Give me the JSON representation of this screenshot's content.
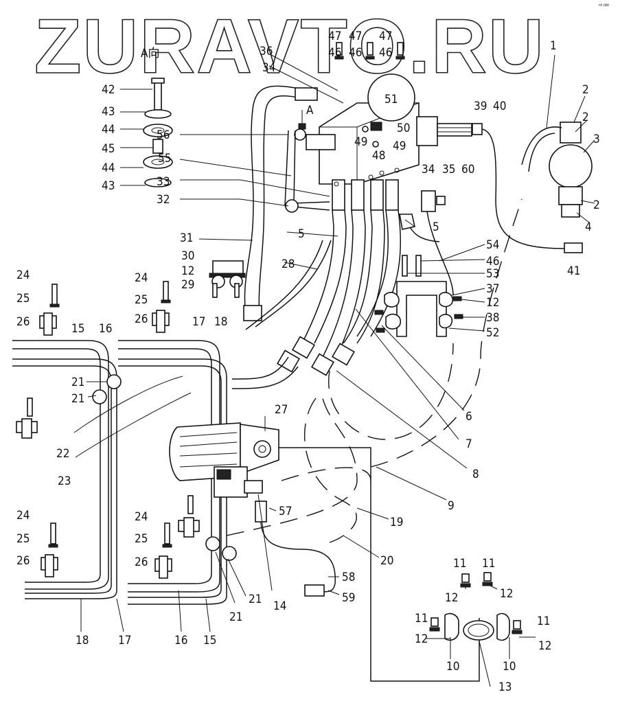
{
  "watermark": "ZURAVTO.RU",
  "view_label": "A向",
  "view_marker": "A",
  "corner_note": "ⁿᵃ ᵖᵖᵖ",
  "callouts": [
    {
      "id": "c1",
      "text": "1"
    },
    {
      "id": "c2a",
      "text": "2"
    },
    {
      "id": "c2b",
      "text": "2"
    },
    {
      "id": "c2c",
      "text": "2"
    },
    {
      "id": "c3",
      "text": "3"
    },
    {
      "id": "c4",
      "text": "4"
    },
    {
      "id": "c5a",
      "text": "5"
    },
    {
      "id": "c5b",
      "text": "5"
    },
    {
      "id": "c6",
      "text": "6"
    },
    {
      "id": "c7",
      "text": "7"
    },
    {
      "id": "c8",
      "text": "8"
    },
    {
      "id": "c9",
      "text": "9"
    },
    {
      "id": "c10a",
      "text": "10"
    },
    {
      "id": "c10b",
      "text": "10"
    },
    {
      "id": "c11a",
      "text": "11"
    },
    {
      "id": "c11b",
      "text": "11"
    },
    {
      "id": "c11c",
      "text": "11"
    },
    {
      "id": "c11d",
      "text": "11"
    },
    {
      "id": "c12a",
      "text": "12"
    },
    {
      "id": "c12b",
      "text": "12"
    },
    {
      "id": "c12c",
      "text": "12"
    },
    {
      "id": "c12d",
      "text": "12"
    },
    {
      "id": "c12e",
      "text": "12"
    },
    {
      "id": "c12f",
      "text": "12"
    },
    {
      "id": "c13",
      "text": "13"
    },
    {
      "id": "c14",
      "text": "14"
    },
    {
      "id": "c15a",
      "text": "15"
    },
    {
      "id": "c15b",
      "text": "15"
    },
    {
      "id": "c16a",
      "text": "16"
    },
    {
      "id": "c16b",
      "text": "16"
    },
    {
      "id": "c17a",
      "text": "17"
    },
    {
      "id": "c17b",
      "text": "17"
    },
    {
      "id": "c18a",
      "text": "18"
    },
    {
      "id": "c18b",
      "text": "18"
    },
    {
      "id": "c19",
      "text": "19"
    },
    {
      "id": "c20",
      "text": "20"
    },
    {
      "id": "c21a",
      "text": "21"
    },
    {
      "id": "c21b",
      "text": "21"
    },
    {
      "id": "c21c",
      "text": "21"
    },
    {
      "id": "c21d",
      "text": "21"
    },
    {
      "id": "c22",
      "text": "22"
    },
    {
      "id": "c23",
      "text": "23"
    },
    {
      "id": "c24a",
      "text": "24"
    },
    {
      "id": "c24b",
      "text": "24"
    },
    {
      "id": "c24c",
      "text": "24"
    },
    {
      "id": "c24d",
      "text": "24"
    },
    {
      "id": "c25a",
      "text": "25"
    },
    {
      "id": "c25b",
      "text": "25"
    },
    {
      "id": "c25c",
      "text": "25"
    },
    {
      "id": "c25d",
      "text": "25"
    },
    {
      "id": "c26a",
      "text": "26"
    },
    {
      "id": "c26b",
      "text": "26"
    },
    {
      "id": "c26c",
      "text": "26"
    },
    {
      "id": "c26d",
      "text": "26"
    },
    {
      "id": "c27",
      "text": "27"
    },
    {
      "id": "c28",
      "text": "28"
    },
    {
      "id": "c29",
      "text": "29"
    },
    {
      "id": "c30",
      "text": "30"
    },
    {
      "id": "c31",
      "text": "31"
    },
    {
      "id": "c32",
      "text": "32"
    },
    {
      "id": "c33",
      "text": "33"
    },
    {
      "id": "c34a",
      "text": "34"
    },
    {
      "id": "c34b",
      "text": "34"
    },
    {
      "id": "c35",
      "text": "35"
    },
    {
      "id": "c36",
      "text": "36"
    },
    {
      "id": "c37",
      "text": "37"
    },
    {
      "id": "c38",
      "text": "38"
    },
    {
      "id": "c39",
      "text": "39"
    },
    {
      "id": "c40",
      "text": "40"
    },
    {
      "id": "c41",
      "text": "41"
    },
    {
      "id": "c42",
      "text": "42"
    },
    {
      "id": "c43a",
      "text": "43"
    },
    {
      "id": "c43b",
      "text": "43"
    },
    {
      "id": "c44a",
      "text": "44"
    },
    {
      "id": "c44b",
      "text": "44"
    },
    {
      "id": "c45",
      "text": "45"
    },
    {
      "id": "c46a",
      "text": "46"
    },
    {
      "id": "c46b",
      "text": "46"
    },
    {
      "id": "c46c",
      "text": "46"
    },
    {
      "id": "c46d",
      "text": "46"
    },
    {
      "id": "c47a",
      "text": "47"
    },
    {
      "id": "c47b",
      "text": "47"
    },
    {
      "id": "c47c",
      "text": "47"
    },
    {
      "id": "c48",
      "text": "48"
    },
    {
      "id": "c49a",
      "text": "49"
    },
    {
      "id": "c49b",
      "text": "49"
    },
    {
      "id": "c50",
      "text": "50"
    },
    {
      "id": "c51",
      "text": "51"
    },
    {
      "id": "c52",
      "text": "52"
    },
    {
      "id": "c53",
      "text": "53"
    },
    {
      "id": "c54",
      "text": "54"
    },
    {
      "id": "c55",
      "text": "55"
    },
    {
      "id": "c56",
      "text": "56"
    },
    {
      "id": "c57",
      "text": "57"
    },
    {
      "id": "c58",
      "text": "58"
    },
    {
      "id": "c59",
      "text": "59"
    },
    {
      "id": "c60",
      "text": "60"
    }
  ]
}
